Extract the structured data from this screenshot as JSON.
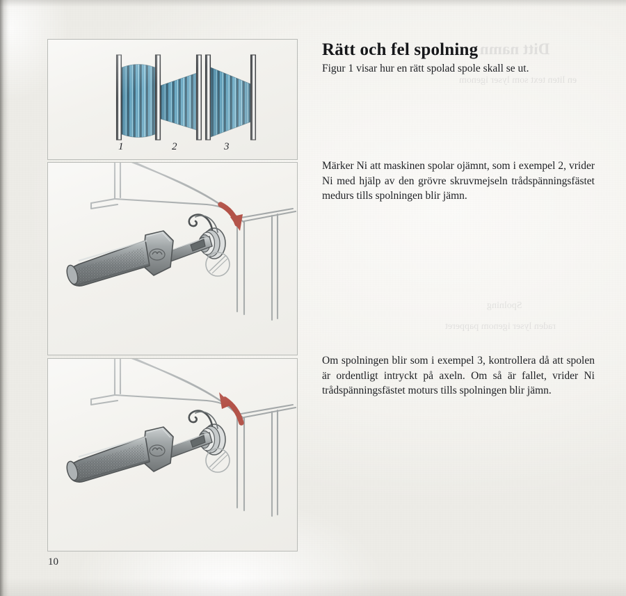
{
  "document": {
    "page_number": "10",
    "language": "sv"
  },
  "heading": "Rätt och fel spolning",
  "intro_paragraph": "Figur 1 visar hur en rätt spolad spole skall se ut.",
  "paragraph_clockwise": "Märker Ni att maskinen spolar ojämnt, som i exempel 2, vrider Ni med hjälp av den grövre skruvmejseln trådspänningsfästet medurs tills spolningen blir jämn.",
  "paragraph_counterclockwise": "Om spolningen blir som i exempel 3, kontrollera då att spolen är ordentligt intryckt på axeln. Om så är fallet, vrider Ni trådspänningsfästet moturs tills spolningen blir jämn.",
  "figures": {
    "bobbins": {
      "caption_labels": [
        "1",
        "2",
        "3"
      ],
      "items": [
        {
          "label": "1",
          "winding": "even-barrel",
          "description": "rätt spolad spole"
        },
        {
          "label": "2",
          "winding": "wedge-thick-right",
          "description": "ojämn spolning exempel 2"
        },
        {
          "label": "3",
          "winding": "wedge-thick-left",
          "description": "ojämn spolning exempel 3"
        }
      ]
    },
    "screwdriver_clockwise": {
      "arrow_direction": "medurs",
      "tool": "grövre skruvmejsel",
      "target": "trådspänningsfästet"
    },
    "screwdriver_counterclockwise": {
      "arrow_direction": "moturs",
      "tool": "grövre skruvmejsel",
      "target": "trådspänningsfästet"
    }
  },
  "bleed_through": {
    "ghost_title": "Ditt namn",
    "ghost_line_1": "en liten text som lyser igenom",
    "ghost_line_2": "Spolning",
    "ghost_line_3": "raden lyser igenom papperet"
  },
  "colors": {
    "paper": "#f4f3ef",
    "panel_fill": "#f2f1ed",
    "panel_border": "#b9bbb7",
    "ink": "#1d1f23",
    "arrow_red": "#a2291d",
    "thread_dark": "#123b52",
    "thread_mid": "#1f6f96",
    "thread_light": "#63b0cf",
    "metal_dark": "#4f5659",
    "metal_mid": "#7d8487",
    "metal_light": "#b4babc",
    "machine_outline": "#8e9496"
  }
}
